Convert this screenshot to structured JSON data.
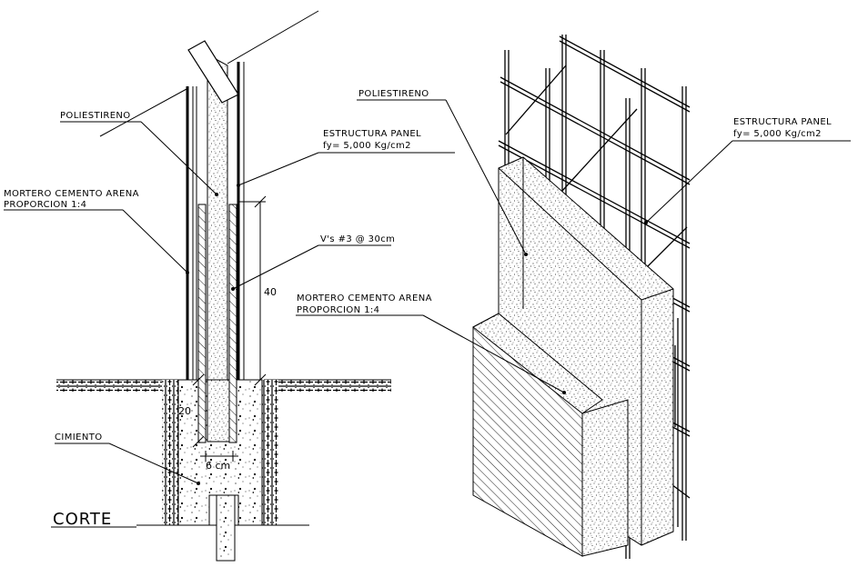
{
  "section": {
    "title": "CORTE",
    "labels": {
      "poliestireno": "POLIESTIRENO",
      "mortero_line1": "MORTERO CEMENTO ARENA",
      "mortero_line2": "PROPORCION 1:4",
      "estructura_line1": "ESTRUCTURA PANEL",
      "estructura_line2": "fy= 5,000 Kg/cm2",
      "vs": "V's #3 @ 30cm",
      "cimiento": "CIMIENTO"
    },
    "dimensions": {
      "height_40": "40",
      "depth_20": "20",
      "width_6cm": "6 cm"
    }
  },
  "isometric": {
    "labels": {
      "poliestireno": "POLIESTIRENO",
      "estructura_line1": "ESTRUCTURA PANEL",
      "estructura_line2": "fy= 5,000 Kg/cm2",
      "mortero_line1": "MORTERO CEMENTO ARENA",
      "mortero_line2": "PROPORCION 1:4"
    }
  }
}
